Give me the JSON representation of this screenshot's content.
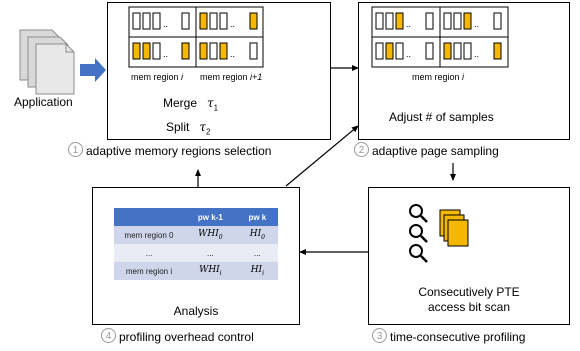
{
  "application_label": "Application",
  "stage1": {
    "left_region_label": "mem region",
    "left_region_var": "i",
    "right_region_label": "mem region",
    "right_region_var": "i+1",
    "merge_label": "Merge",
    "merge_symbol": "τ",
    "merge_sub": "1",
    "split_label": "Split",
    "split_symbol": "τ",
    "split_sub": "2",
    "step_number": "1",
    "caption": "adaptive memory regions selection"
  },
  "stage2": {
    "region_label": "mem region",
    "region_var": "i",
    "body": "Adjust # of samples",
    "step_number": "2",
    "caption": "adaptive page sampling"
  },
  "stage3": {
    "body_line1": "Consecutively PTE",
    "body_line2": "access bit scan",
    "step_number": "3",
    "caption": "time-consecutive profiling"
  },
  "stage4": {
    "table": {
      "headers": [
        "",
        "pw k-1",
        "pw k"
      ],
      "rows": [
        [
          "mem region 0",
          "WHI",
          "0",
          "HI",
          "0"
        ],
        [
          "...",
          "...",
          "",
          "...",
          ""
        ],
        [
          "mem region i",
          "WHI",
          "i",
          "HI",
          "i"
        ]
      ]
    },
    "body": "Analysis",
    "step_number": "4",
    "caption": "profiling overhead control"
  },
  "colors": {
    "highlight": "#f5b800",
    "arrow_blue": "#4472c4",
    "table_header": "#4472c4",
    "table_row_dark": "#cfd5ea",
    "table_row_light": "#e9ebf5"
  }
}
